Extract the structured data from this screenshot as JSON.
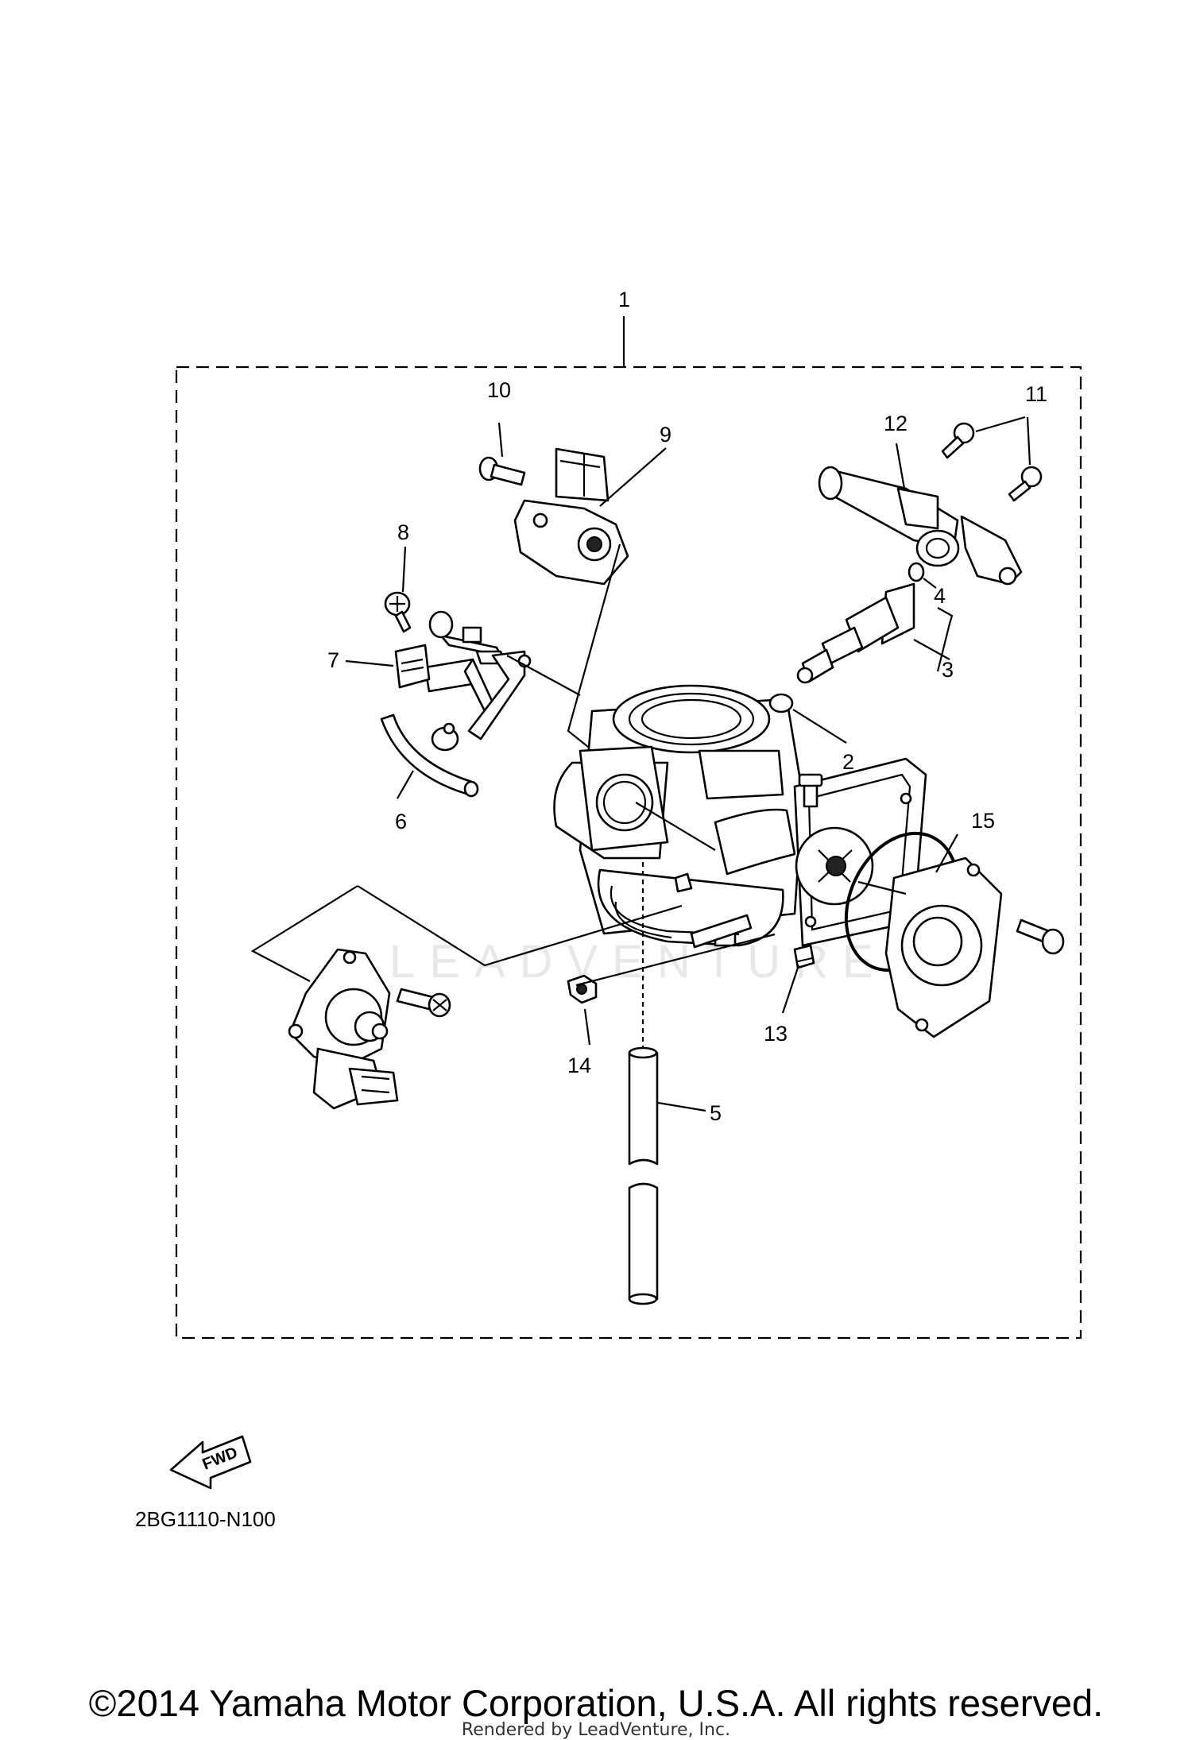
{
  "diagram": {
    "watermark": "LEADVENTURE",
    "fwd_label": "FWD",
    "diagram_code": "2BG1110-N100",
    "callouts": [
      {
        "n": "1"
      },
      {
        "n": "2"
      },
      {
        "n": "3"
      },
      {
        "n": "4"
      },
      {
        "n": "5"
      },
      {
        "n": "6"
      },
      {
        "n": "7"
      },
      {
        "n": "8"
      },
      {
        "n": "9"
      },
      {
        "n": "10"
      },
      {
        "n": "11"
      },
      {
        "n": "12"
      },
      {
        "n": "13"
      },
      {
        "n": "14"
      },
      {
        "n": "15"
      }
    ]
  },
  "footer": {
    "copyright": "©2014 Yamaha Motor Corporation, U.S.A. All rights reserved.",
    "rendered_by": "Rendered by LeadVenture, Inc."
  }
}
